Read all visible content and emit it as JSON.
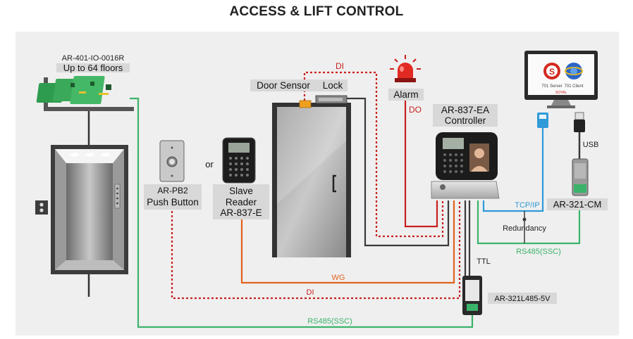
{
  "title": "ACCESS & LIFT CONTROL",
  "devices": {
    "io_module": {
      "name": "AR-401-IO-0016R",
      "caption": "Up to 64 floors"
    },
    "push_button": {
      "model": "AR-PB2",
      "name": "Push Button"
    },
    "or_label": "or",
    "slave_reader": {
      "line1": "Slave",
      "line2": "Reader",
      "model": "AR-837-E"
    },
    "door_sensor": "Door Sensor",
    "lock": "Lock",
    "alarm": "Alarm",
    "controller": {
      "model": "AR-837-EA",
      "name": "Controller"
    },
    "computer": {
      "app1": "701 Server",
      "app2": "701 Client",
      "brand": "SOYAL"
    },
    "usb_converter": {
      "usb": "USB",
      "model": "AR-321-CM"
    },
    "ttl_converter": {
      "ttl": "TTL",
      "model": "AR-321L485-5V"
    }
  },
  "connections": {
    "di_top": "DI",
    "do": "DO",
    "tcpip": "TCP/IP",
    "redundancy": "Redundancy",
    "rs485_right": "RS485(SSC)",
    "wg": "WG",
    "di_bottom": "DI",
    "rs485_bottom": "RS485(SSC)"
  },
  "colors": {
    "green_rs485": "#3bb36b",
    "red_di": "#c8201e",
    "orange_wg": "#e0641e",
    "blue_tcpip": "#2f9ad8",
    "dark_wire": "#3a3a3a"
  }
}
